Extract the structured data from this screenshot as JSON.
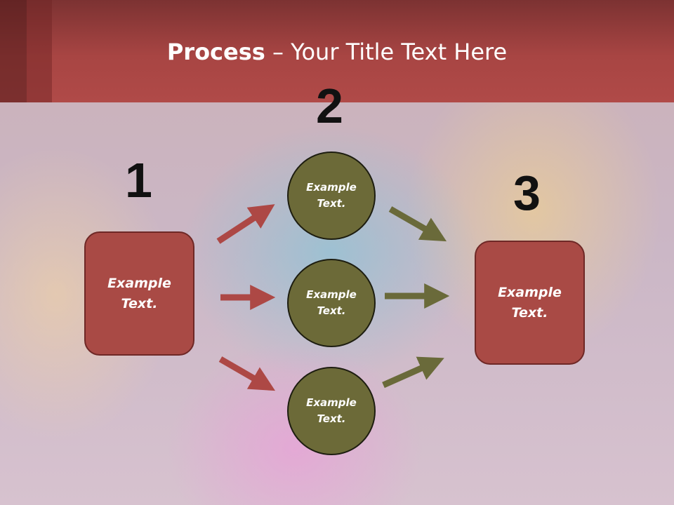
{
  "slide": {
    "title_bold": "Process",
    "title_rest": " – Your Title Text Here"
  },
  "steps": [
    {
      "number": "1",
      "box_text": "Example Text."
    },
    {
      "number": "2",
      "circles": [
        "Example Text.",
        "Example Text.",
        "Example Text."
      ]
    },
    {
      "number": "3",
      "box_text": "Example Text."
    }
  ],
  "colors": {
    "header": "#a84543",
    "box": "#a94a45",
    "circle": "#6c6a38",
    "arrow_left": "#ad4845",
    "arrow_right": "#6a6a3a"
  }
}
